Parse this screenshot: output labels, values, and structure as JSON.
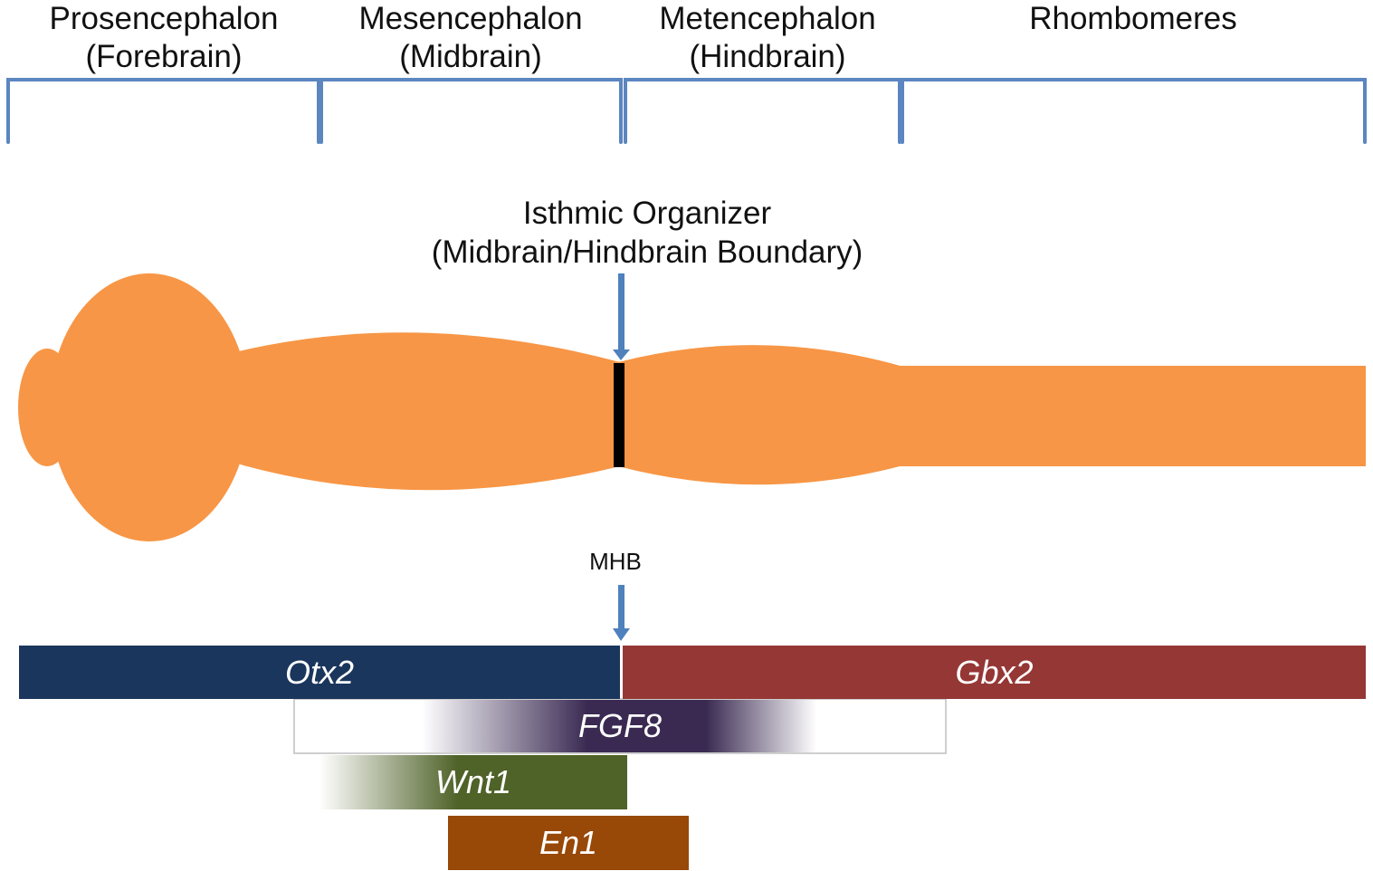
{
  "regions": [
    {
      "line1": "Prosencephalon",
      "line2": "(Forebrain)"
    },
    {
      "line1": "Mesencephalon",
      "line2": "(Midbrain)"
    },
    {
      "line1": "Metencephalon",
      "line2": "(Hindbrain)"
    },
    {
      "line1": "",
      "line2": "Rhombomeres"
    }
  ],
  "organizer": {
    "line1": "Isthmic Organizer",
    "line2": "(Midbrain/Hindbrain Boundary)"
  },
  "mhb_label": "MHB",
  "genes": {
    "otx2": "Otx2",
    "gbx2": "Gbx2",
    "fgf8": "FGF8",
    "wnt1": "Wnt1",
    "en1": "En1"
  },
  "colors": {
    "bracket": "#5b86c0",
    "neural_tube": "#f79646",
    "boundary": "#000000",
    "arrow": "#4f81bd",
    "otx2": "#1b365d",
    "gbx2": "#953735",
    "fgf8": "#3a2a52",
    "wnt1": "#4f6228",
    "en1": "#984807"
  }
}
